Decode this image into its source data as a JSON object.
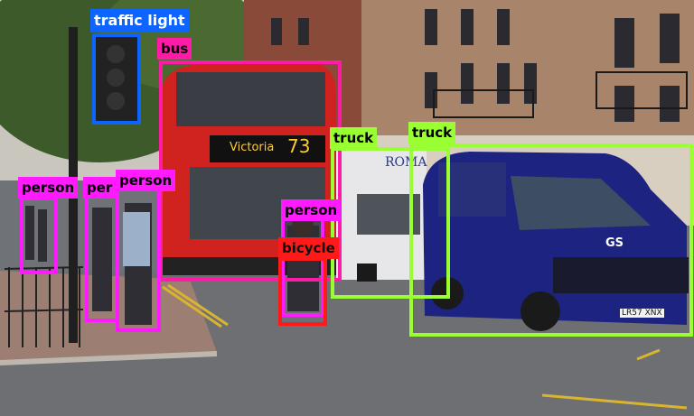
{
  "image": {
    "type": "object-detection",
    "detections": [
      {
        "label": "traffic light",
        "color": "#0d64ff"
      },
      {
        "label": "bus",
        "color": "#ff1aa8"
      },
      {
        "label": "truck",
        "color": "#99ff33"
      },
      {
        "label": "truck",
        "color": "#99ff33"
      },
      {
        "label": "person",
        "color": "#ff1aff"
      },
      {
        "label": "per",
        "color": "#ff1aff"
      },
      {
        "label": "person",
        "color": "#ff1aff"
      },
      {
        "label": "person",
        "color": "#ff1aff"
      },
      {
        "label": "bicycle",
        "color": "#ff1a1a"
      }
    ],
    "scene_text": {
      "bus_destination": "Victoria",
      "bus_route": "73",
      "truck_brand": "ROMA",
      "van_logo": "GS",
      "van_plate": "LR57 XNX"
    }
  }
}
